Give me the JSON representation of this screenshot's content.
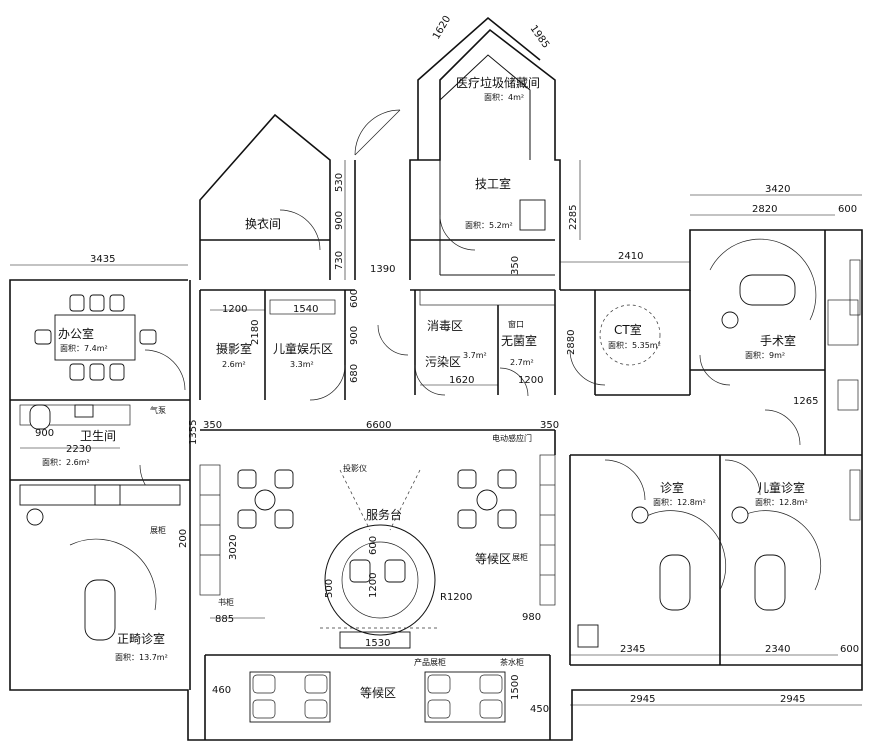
{
  "rooms": {
    "medical_waste": "医疗垃圾储藏间",
    "medical_waste_area": "面积：4m²",
    "changing": "换衣间",
    "tech_room": "技工室",
    "tech_area": "面积：5.2m²",
    "office": "办公室",
    "office_area": "面积：7.4m²",
    "photo": "摄影室",
    "photo_area": "2.6m²",
    "kids_play": "儿童娱乐区",
    "kids_play_area": "3.3m²",
    "disinfect": "消毒区",
    "dirty": "污染区",
    "dirty_area": "3.7m²",
    "sterile": "无菌室",
    "sterile_area": "2.7m²",
    "ct": "CT室",
    "ct_area": "面积：5.35m²",
    "surgery": "手术室",
    "surgery_area": "面积：9m²",
    "restroom": "卫生间",
    "restroom_area": "面积：2.6m²",
    "ortho": "正畸诊室",
    "ortho_area": "面积：13.7m²",
    "clinic": "诊室",
    "clinic_area": "面积：12.8m²",
    "kids_clinic": "儿童诊室",
    "kids_clinic_area": "面积：12.8m²",
    "waiting": "等候区",
    "waiting2": "等候区",
    "service": "服务台",
    "shelf": "书柜",
    "product": "产品展柜",
    "tea": "茶水柜",
    "projector": "投影仪",
    "display": "展柜",
    "elevator_door": "电动感应门",
    "gas": "气泵",
    "window_label": "窗口",
    "shelf2": "展柜"
  },
  "dims": {
    "d1620": "1620",
    "d1985": "1985",
    "d3435": "3435",
    "d3420": "3420",
    "d2820": "2820",
    "d600a": "600",
    "d2285": "2285",
    "d2410": "2410",
    "d1390": "1390",
    "d530": "530",
    "d900a": "900",
    "d730": "730",
    "d350a": "350",
    "d1200a": "1200",
    "d1540": "1540",
    "d600b": "600",
    "d2180": "2180",
    "d900b": "900",
    "d680": "680",
    "d1620b": "1620",
    "d1200b": "1200",
    "d2880": "2880",
    "d1265": "1265",
    "d900c": "900",
    "d2230": "2230",
    "d1355": "1355",
    "d350b": "350",
    "d6600": "6600",
    "d350c": "350",
    "d3020": "3020",
    "d600c": "600",
    "d1200c": "1200",
    "d500": "500",
    "dR1200": "R1200",
    "d885": "885",
    "d1530": "1530",
    "d980": "980",
    "d200": "200",
    "d2345": "2345",
    "d2340": "2340",
    "d600d": "600",
    "d460": "460",
    "d1500": "1500",
    "d450": "450",
    "d2945a": "2945",
    "d2945b": "2945"
  }
}
